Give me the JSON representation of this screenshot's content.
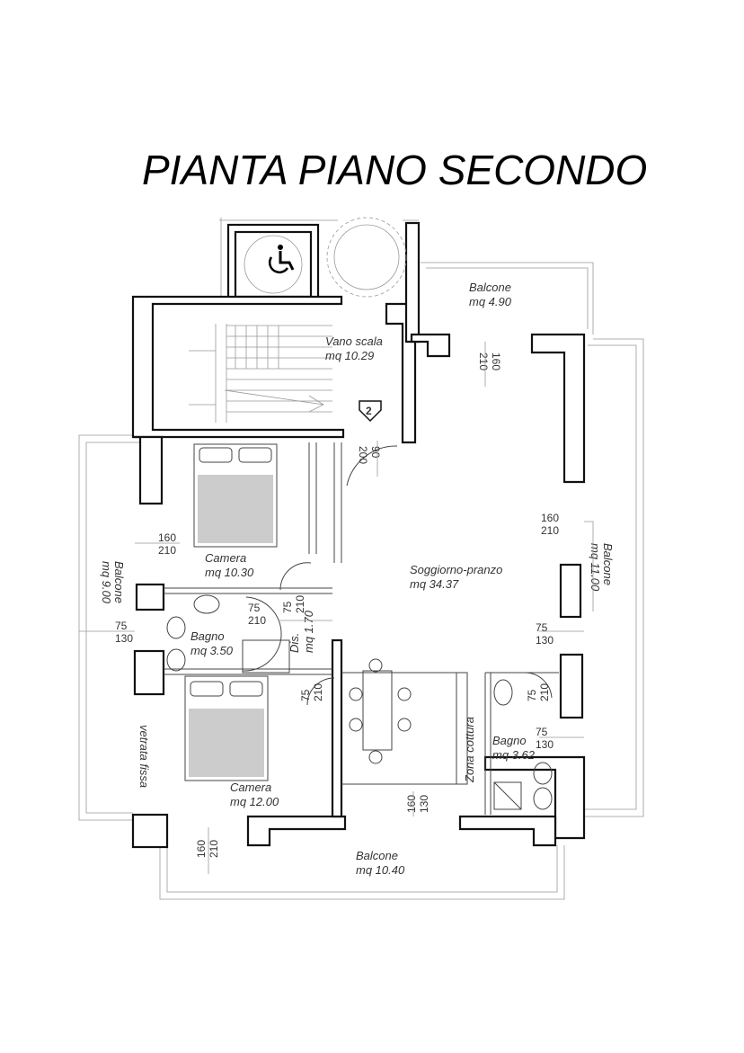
{
  "title": "PIANTA PIANO SECONDO",
  "stair_marker": "2",
  "rooms": {
    "balcone_ne": {
      "name": "Balcone",
      "area": "mq 4.90"
    },
    "vano_scala": {
      "name": "Vano scala",
      "area": "mq 10.29"
    },
    "balcone_e": {
      "name": "Balcone",
      "area": "mq 11.00"
    },
    "soggiorno": {
      "name": "Soggiorno-pranzo",
      "area": "mq 34.37"
    },
    "camera_1": {
      "name": "Camera",
      "area": "mq 10.30"
    },
    "balcone_w": {
      "name": "Balcone",
      "area": "mq 9.00"
    },
    "bagno_1": {
      "name": "Bagno",
      "area": "mq 3.50"
    },
    "dis": {
      "name": "Dis.",
      "area": "mq 1.70"
    },
    "camera_2": {
      "name": "Camera",
      "area": "mq 12.00"
    },
    "zona_cottura": {
      "name": "Zona cottura"
    },
    "bagno_2": {
      "name": "Bagno",
      "area": "mq 3.62"
    },
    "balcone_s": {
      "name": "Balcone",
      "area": "mq 10.40"
    },
    "vetrata": {
      "name": "vetrata fissa"
    }
  },
  "openings": {
    "o1": {
      "w": "160",
      "h": "210"
    },
    "o2": {
      "w": "90",
      "h": "200"
    },
    "o3": {
      "w": "160",
      "h": "210"
    },
    "o4": {
      "w": "160",
      "h": "210"
    },
    "o5": {
      "w": "75",
      "h": "210"
    },
    "o6": {
      "w": "75",
      "h": "210"
    },
    "o7": {
      "w": "75",
      "h": "130"
    },
    "o8": {
      "w": "75",
      "h": "130"
    },
    "o9": {
      "w": "75",
      "h": "210"
    },
    "o10": {
      "w": "75",
      "h": "210"
    },
    "o11": {
      "w": "75",
      "h": "130"
    },
    "o12": {
      "w": "160",
      "h": "130"
    },
    "o13": {
      "w": "160",
      "h": "210"
    }
  },
  "icons": [
    "wheelchair-icon",
    "bed-icon",
    "toilet-icon",
    "sink-icon",
    "shower-icon",
    "dining-table-icon"
  ]
}
